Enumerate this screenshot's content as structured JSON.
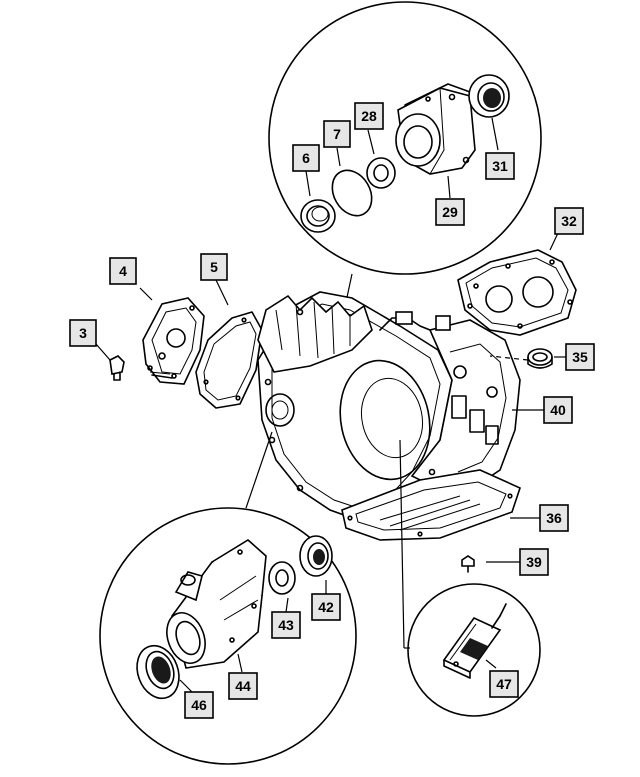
{
  "callouts": {
    "c3": "3",
    "c4": "4",
    "c5": "5",
    "c6": "6",
    "c7": "7",
    "c28": "28",
    "c29": "29",
    "c31": "31",
    "c32": "32",
    "c35": "35",
    "c36": "36",
    "c39": "39",
    "c40": "40",
    "c42": "42",
    "c43": "43",
    "c44": "44",
    "c46": "46",
    "c47": "47"
  }
}
